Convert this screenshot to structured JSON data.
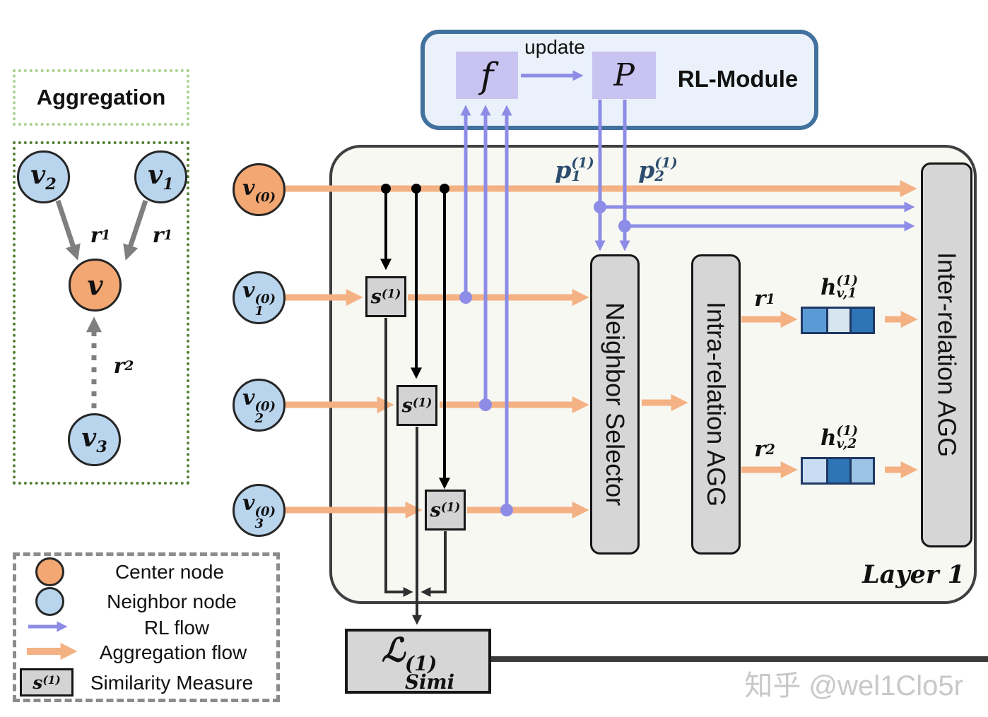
{
  "rl_module": {
    "title": "RL-Module",
    "f_label": "f",
    "p_label": "P",
    "update_label": "update"
  },
  "aggregation": {
    "title": "Aggregation",
    "node_v2": {
      "base": "v",
      "sub": "2",
      "sup": ""
    },
    "node_v1": {
      "base": "v",
      "sub": "1",
      "sup": ""
    },
    "node_v": {
      "base": "v",
      "sub": "",
      "sup": ""
    },
    "node_v3": {
      "base": "v",
      "sub": "3",
      "sup": ""
    },
    "edge_r1_left": {
      "base": "r",
      "sub": "1"
    },
    "edge_r1_right": {
      "base": "r",
      "sub": "1"
    },
    "edge_r2": {
      "base": "r",
      "sub": "2"
    }
  },
  "layer1": {
    "label": "Layer 1",
    "center_node": {
      "base": "v",
      "sub": "",
      "sup": "(0)"
    },
    "neighbor_node_1": {
      "base": "v",
      "sub": "1",
      "sup": "(0)"
    },
    "neighbor_node_2": {
      "base": "v",
      "sub": "2",
      "sup": "(0)"
    },
    "neighbor_node_3": {
      "base": "v",
      "sub": "3",
      "sup": "(0)"
    },
    "sim_box": {
      "base": "s",
      "sup": "(1)"
    },
    "p_label_1": {
      "base": "p",
      "sub": "1",
      "sup": "(1)"
    },
    "p_label_2": {
      "base": "p",
      "sub": "2",
      "sup": "(1)"
    },
    "neighbor_selector": "Neighbor Selector",
    "intra_agg": "Intra-relation AGG",
    "inter_agg": "Inter-relation AGG",
    "r_label_1": {
      "base": "r",
      "sub": "1"
    },
    "r_label_2": {
      "base": "r",
      "sub": "2"
    },
    "h_vector_1": {
      "label": {
        "base": "h",
        "sub": "v,1",
        "sup": "(1)"
      },
      "cells": [
        "#5b9bd5",
        "#d6e4f0",
        "#2e75b6"
      ]
    },
    "h_vector_2": {
      "label": {
        "base": "h",
        "sub": "v,2",
        "sup": "(1)"
      },
      "cells": [
        "#c9ddf2",
        "#2e75b6",
        "#9dc3e6"
      ]
    }
  },
  "loss": {
    "base": "ℒ",
    "sub": "Simi",
    "sup": "(1)"
  },
  "legend": {
    "center_node": "Center node",
    "neighbor_node": "Neighbor node",
    "rl_flow": "RL flow",
    "aggregation_flow": "Aggregation flow",
    "similarity_measure": "Similarity Measure",
    "sim_symbol": {
      "base": "s",
      "sup": "(1)"
    }
  },
  "watermark": "知乎 @wel1Clo5r",
  "colors": {
    "aggregation_flow": "#f4b183",
    "rl_flow": "#8d8ce6",
    "center_node_fill": "#f3a772",
    "neighbor_node_fill": "#b9d5ee",
    "module_fill": "#d6d6d6",
    "rl_box_border": "#41719c",
    "rl_box_fill": "#eaf1fa",
    "fp_fill": "#c9c3f1",
    "layer_fill": "#f7f8f2"
  }
}
